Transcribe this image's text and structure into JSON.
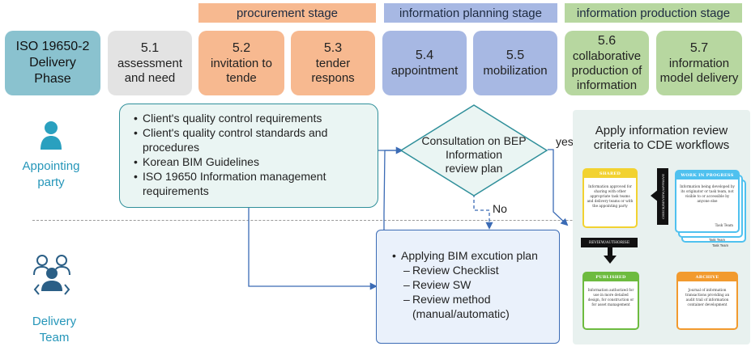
{
  "stages": [
    {
      "label": "procurement stage",
      "color": "#f7b990"
    },
    {
      "label": "information planning stage",
      "color": "#a7b8e3"
    },
    {
      "label": "information production stage",
      "color": "#b7d7a0"
    }
  ],
  "delivery_phase": {
    "line1": "ISO 19650-2",
    "line2": "Delivery",
    "line3": "Phase"
  },
  "phases": [
    {
      "num": "5.1",
      "text": "assessment and need",
      "color": "#e3e3e3"
    },
    {
      "num": "5.2",
      "text": "invitation to tende",
      "color": "#f7b990"
    },
    {
      "num": "5.3",
      "text": "tender respons",
      "color": "#f7b990"
    },
    {
      "num": "5.4",
      "text": "appointment",
      "color": "#a7b8e3"
    },
    {
      "num": "5.5",
      "text": "mobilization",
      "color": "#a7b8e3"
    },
    {
      "num": "5.6",
      "text": "collaborative production of information",
      "color": "#b7d7a0"
    },
    {
      "num": "5.7",
      "text": "information model delivery",
      "color": "#b7d7a0"
    }
  ],
  "parties": {
    "appointing": {
      "line1": "Appointing",
      "line2": "party"
    },
    "delivery": {
      "line1": "Delivery",
      "line2": "Team"
    }
  },
  "requirements": [
    "Client's quality control requirements",
    " Client's quality control standards and procedures",
    "Korean BIM Guidelines",
    "ISO 19650 Information management requirements"
  ],
  "decision": {
    "line1": "Consultation on BEP",
    "line2": "Information",
    "line3": "review plan",
    "yes": "yes",
    "no": "No"
  },
  "bim_plan": {
    "title": "Applying BIM excution plan",
    "items": [
      "Review Checklist",
      "Review SW",
      "Review method (manual/automatic)"
    ]
  },
  "cde": {
    "title_line1": "Apply information review",
    "title_line2": "criteria to CDE workflows",
    "shared": {
      "title": "SHARED",
      "text": "Information approved for sharing with other appropriate task teams and delivery teams or with the appointing party"
    },
    "wip": {
      "title": "WORK IN PROGRESS",
      "text": "Information being developed by its originator or task team, not visible to or accessible by anyone else",
      "teams": [
        "Task Team",
        "Task Team",
        "Task Team"
      ]
    },
    "check": "CHECK/REVIEW/APPROVE",
    "review": "REVIEW/AUTHORISE",
    "published": {
      "title": "PUBLISHED",
      "text": "Information authorized for use in more detailed design, for construction or for asset management"
    },
    "archive": {
      "title": "ARCHIVE",
      "text": "Journal of information transactions providing an audit trail of information container development"
    }
  }
}
